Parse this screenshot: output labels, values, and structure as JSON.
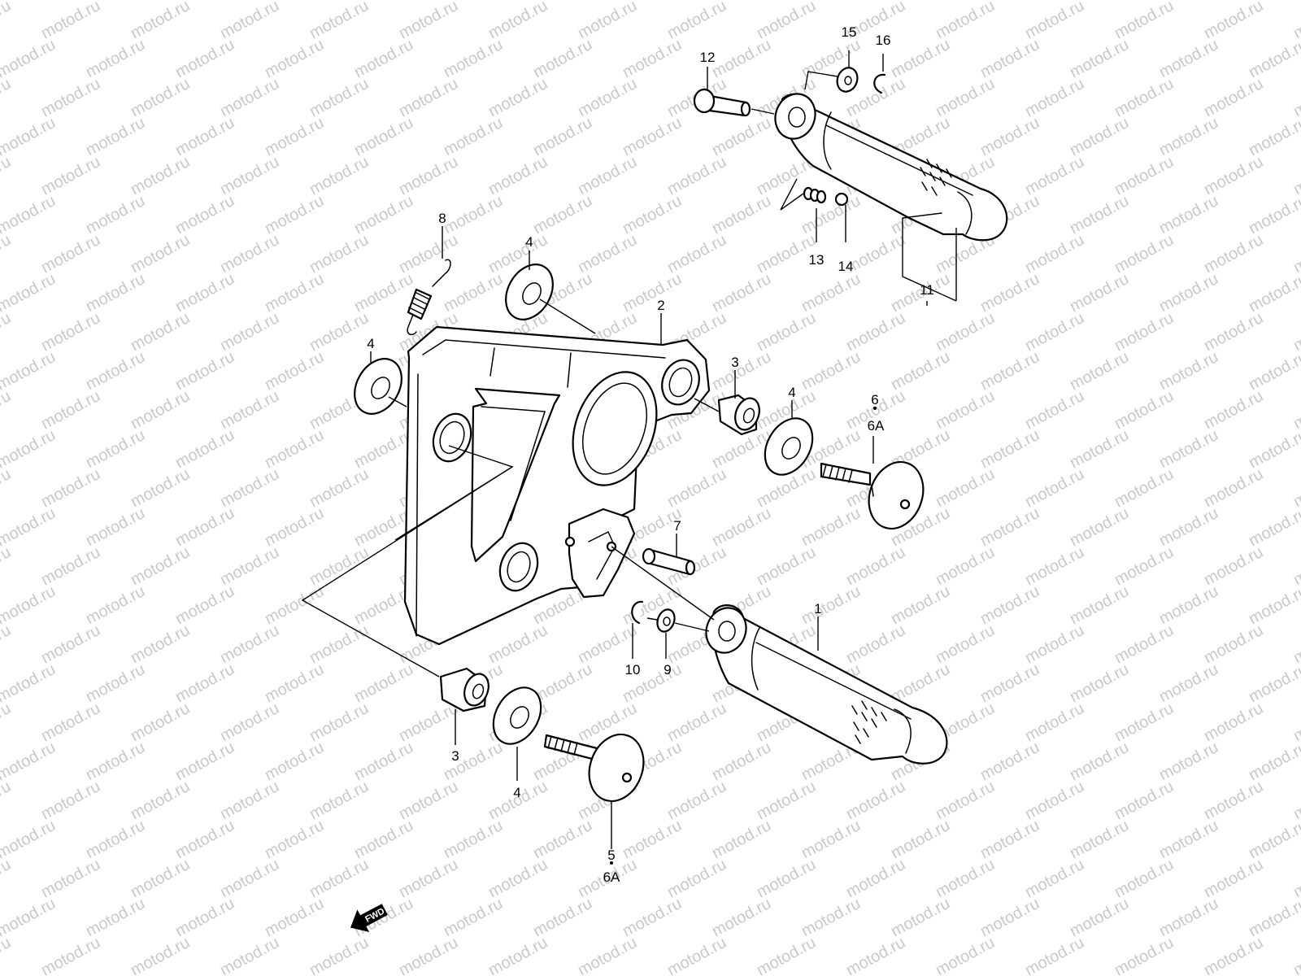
{
  "watermark": {
    "text": "motod.ru",
    "color": "#c9c9c9"
  },
  "callouts": [
    {
      "id": "c1",
      "text": "1"
    },
    {
      "id": "c2",
      "text": "2"
    },
    {
      "id": "c3a",
      "text": "3"
    },
    {
      "id": "c3b",
      "text": "3"
    },
    {
      "id": "c4a",
      "text": "4"
    },
    {
      "id": "c4b",
      "text": "4"
    },
    {
      "id": "c4c",
      "text": "4"
    },
    {
      "id": "c4d",
      "text": "4"
    },
    {
      "id": "c5",
      "text": "5"
    },
    {
      "id": "c5b",
      "text": "6A"
    },
    {
      "id": "c6",
      "text": "6"
    },
    {
      "id": "c6b",
      "text": "6A"
    },
    {
      "id": "c7",
      "text": "7"
    },
    {
      "id": "c8",
      "text": "8"
    },
    {
      "id": "c9",
      "text": "9"
    },
    {
      "id": "c10",
      "text": "10"
    },
    {
      "id": "c11",
      "text": "11"
    },
    {
      "id": "c12",
      "text": "12"
    },
    {
      "id": "c13",
      "text": "13"
    },
    {
      "id": "c14",
      "text": "14"
    },
    {
      "id": "c15",
      "text": "15"
    },
    {
      "id": "c16",
      "text": "16"
    }
  ],
  "fwd_label": "FWD",
  "icons": {
    "fwd": "fwd-arrow-icon"
  }
}
